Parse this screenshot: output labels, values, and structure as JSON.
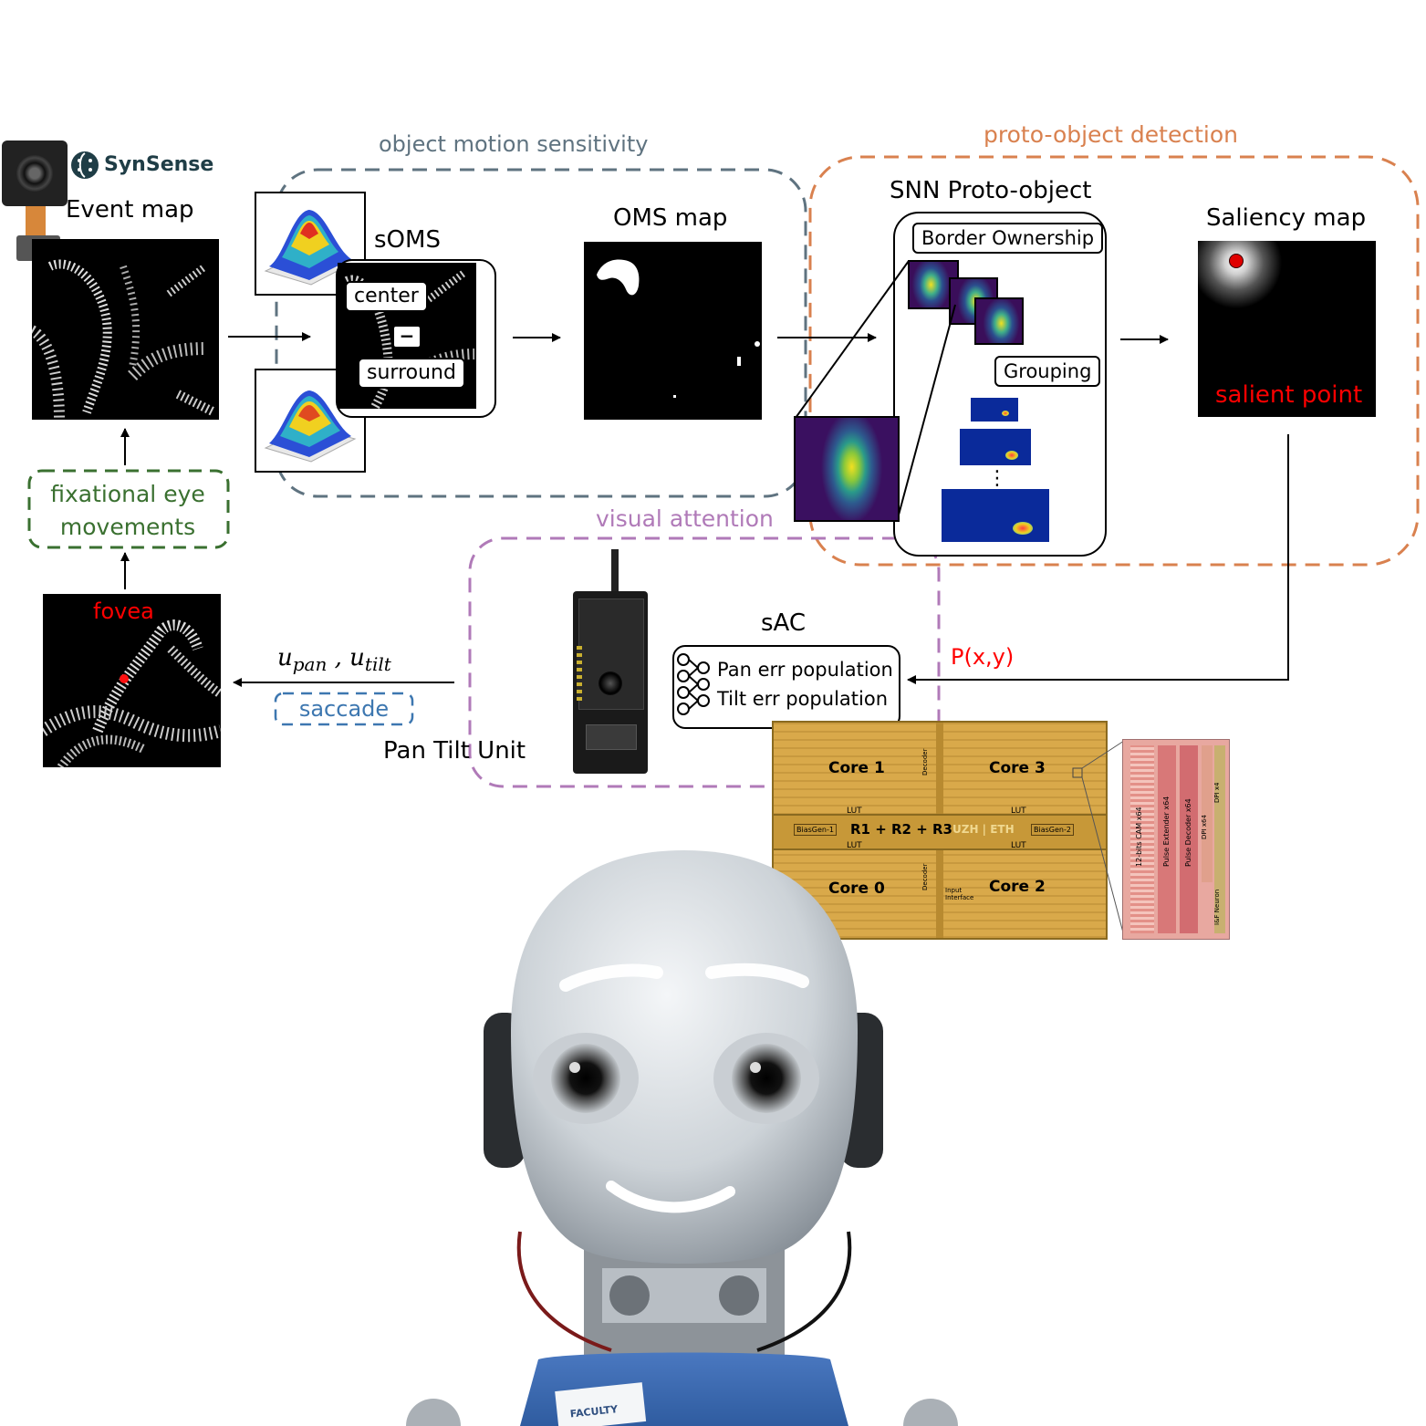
{
  "regions": {
    "oms": {
      "title": "object motion sensitivity",
      "color": "#5f7380"
    },
    "proto": {
      "title": "proto-object detection",
      "color": "#d9814f"
    },
    "attention": {
      "title": "visual attention",
      "color": "#b07ab8"
    },
    "fixational": {
      "title": "fixational eye movements",
      "color": "#3a7030"
    },
    "saccade": {
      "title": "saccade",
      "color": "#3d77b0"
    }
  },
  "brand": {
    "name": "SynSense"
  },
  "labels": {
    "event_map": "Event map",
    "soms": "sOMS",
    "center": "center",
    "minus": "−",
    "surround": "surround",
    "oms_map": "OMS map",
    "snn": "SNN Proto-object",
    "border_ownership": "Border Ownership",
    "grouping": "Grouping",
    "dots": "⋮",
    "saliency_map": "Saliency map",
    "salient_point": "salient point",
    "fovea": "fovea",
    "control": "u",
    "control_pan": "pan",
    "control_sep": " , ",
    "control_tilt": "tilt",
    "sac": "sAC",
    "pan_err": "Pan err population",
    "tilt_err": "Tilt err population",
    "pxy": "P(x,y)",
    "ptu": "Pan Tilt Unit"
  },
  "chip": {
    "cores": [
      "Core 1",
      "Core 3",
      "Core 0",
      "Core 2"
    ],
    "middle_bar": "R1 + R2 + R3",
    "biasgen_left": "BiasGen-1",
    "biasgen_right": "BiasGen-2",
    "lut": "LUT",
    "decoder": "Decoder",
    "input_interface": "Input Interface",
    "logo": "UZH | ETH",
    "column_labels": [
      "12-bits CAM x64",
      "Pulse Extender x64",
      "Pulse Decoder x64",
      "DPI x64",
      "DPI x4",
      "I&F Neuron"
    ]
  },
  "robot": {
    "badge": "FACULTY"
  },
  "colors": {
    "salient": "#ff0000",
    "chip_gold": "#d9a94a",
    "robot_blue": "#3b6bb4"
  }
}
